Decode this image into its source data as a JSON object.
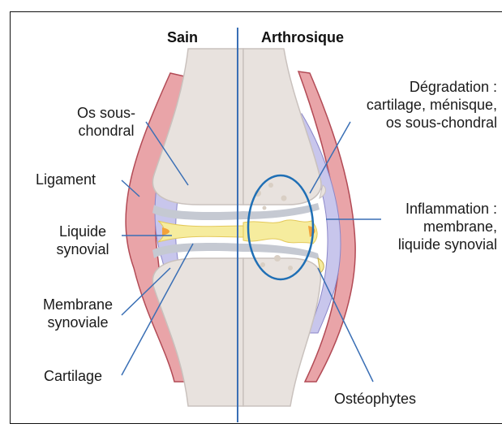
{
  "headers": {
    "healthy": "Sain",
    "arthritic": "Arthrosique"
  },
  "labels": {
    "subchondral_bone": [
      "Os sous-",
      "chondral"
    ],
    "ligament": "Ligament",
    "synovial_fluid": [
      "Liquide",
      "synovial"
    ],
    "synovial_membrane": [
      "Membrane",
      "synoviale"
    ],
    "cartilage": "Cartilage",
    "degradation": [
      "Dégradation :",
      "cartilage, ménisque,",
      "os sous-chondral"
    ],
    "inflammation": [
      "Inflammation :",
      "membrane,",
      "liquide synovial"
    ],
    "osteophytes": "Ostéophytes"
  },
  "colors": {
    "divider": "#3a6fb5",
    "leader": "#3a6fb5",
    "bone": "#e8e2de",
    "bone_shadow": "#c9c1bd",
    "ligament": "#e9a4a8",
    "ligament_edge": "#b24a55",
    "membrane": "#c8c6ec",
    "membrane_edge": "#8b87c9",
    "fluid": "#f6ec9e",
    "cartilage": "#c5c9d2"
  }
}
